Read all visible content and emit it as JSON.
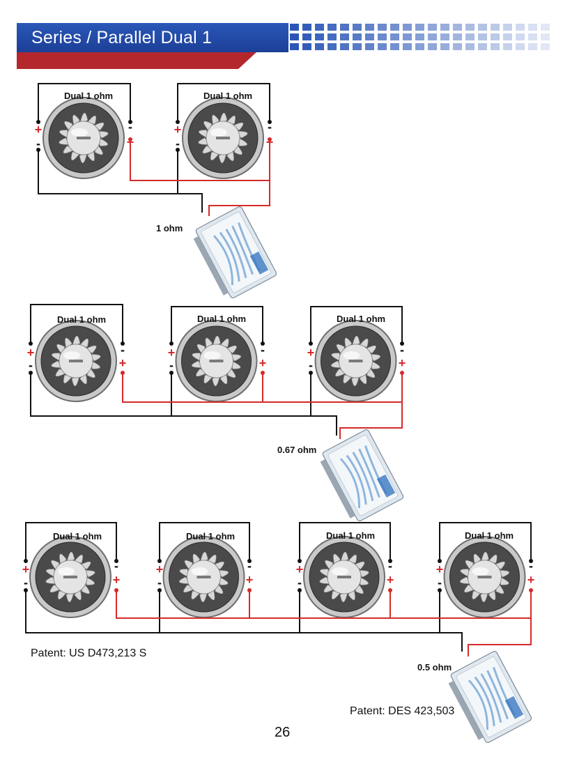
{
  "header": {
    "title": "Series / Parallel Dual 1",
    "colors": {
      "blue": "#1f46a8",
      "red": "#b3272d",
      "grid_blue": "#2b56b7"
    }
  },
  "diagrams": [
    {
      "speaker_label": "Dual 1 ohm",
      "speaker_count": 2,
      "load_label": "1 ohm"
    },
    {
      "speaker_label": "Dual 1 ohm",
      "speaker_count": 3,
      "load_label": "0.67 ohm"
    },
    {
      "speaker_label": "Dual 1 ohm",
      "speaker_count": 4,
      "load_label": "0.5 ohm"
    }
  ],
  "terminals": {
    "plus": "+",
    "minus": "-"
  },
  "wire_colors": {
    "positive": "#d42a2a",
    "negative": "#111111"
  },
  "patents": {
    "left": "Patent: US D473,213 S",
    "right": "Patent: DES 423,503"
  },
  "page_number": "26"
}
